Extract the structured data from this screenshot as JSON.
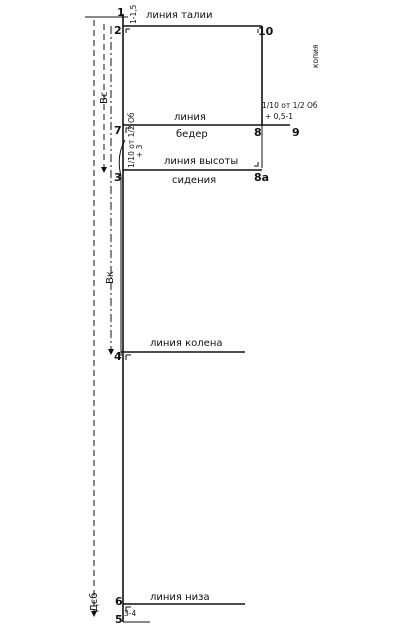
{
  "points": {
    "p1": "1",
    "p2": "2",
    "p3": "3",
    "p4": "4",
    "p5": "5",
    "p6": "6",
    "p7": "7",
    "p8": "8",
    "p8a": "8а",
    "p9": "9",
    "p10": "10"
  },
  "lines": {
    "waist": "линия талии",
    "hip_1": "линия",
    "hip_2": "бедер",
    "seat_1": "линия высоты",
    "seat_2": "сидения",
    "knee": "линия колена",
    "hem": "линия низа"
  },
  "measures": {
    "vs": "Вс",
    "vk": "Вк",
    "dsb": "Дсб",
    "top_offset": "1-1,5",
    "bottom_offset": "3-4",
    "hip_formula_1": "1/10 от 1/2 Об",
    "hip_formula_2": "+ 0,5-1",
    "seat_formula_1": "1/10 от 1/2 Об",
    "seat_formula_2": "+ 3",
    "side_note": "копия"
  }
}
